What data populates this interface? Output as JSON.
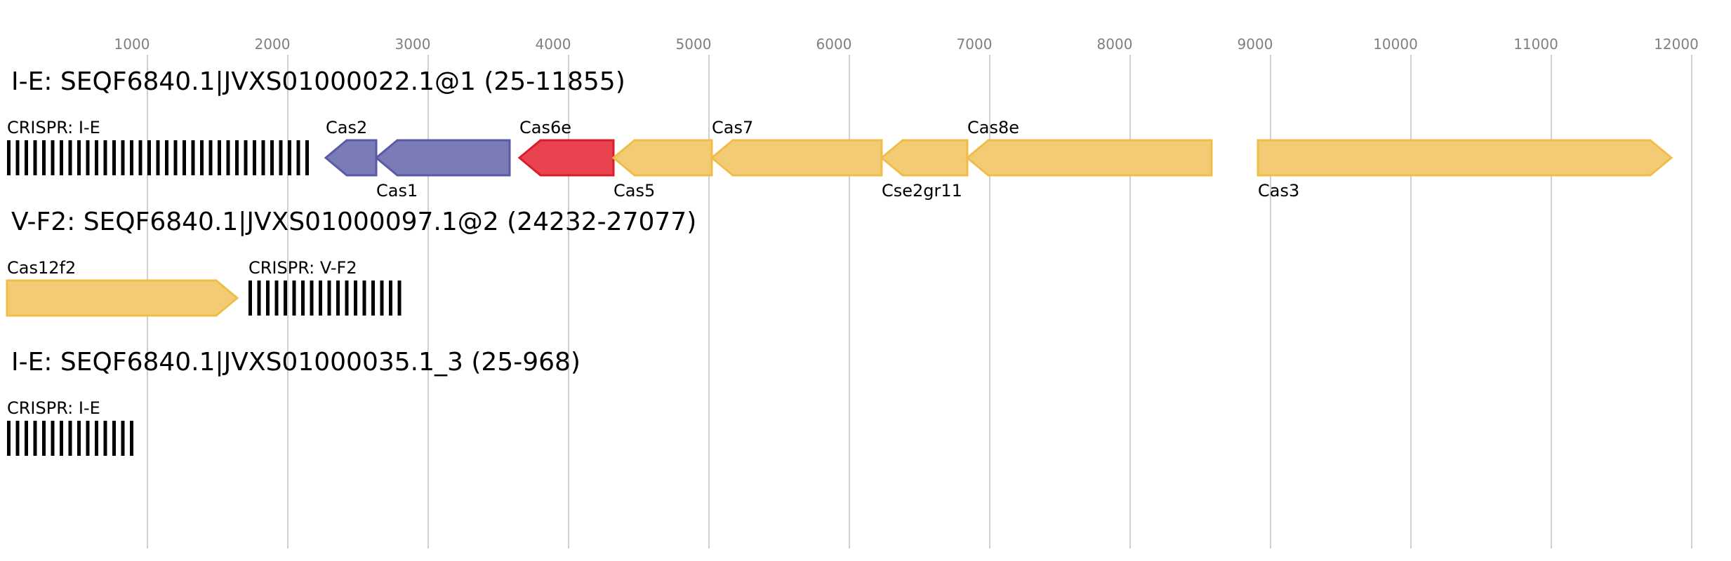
{
  "axis": {
    "ticks": [
      1000,
      2000,
      3000,
      4000,
      5000,
      6000,
      7000,
      8000,
      9000,
      10000,
      11000,
      12000
    ]
  },
  "colors": {
    "gridline": "#c0c0c0",
    "blue_fill": "#7b7bb8",
    "blue_stroke": "#5a5aa6",
    "red_fill": "#e8434f",
    "red_stroke": "#d91e2b",
    "yellow_fill": "#f2cb74",
    "yellow_stroke": "#f0be48",
    "crispr_bar": "#000000"
  },
  "loci": [
    {
      "title": "I-E: SEQF6840.1|JVXS01000022.1@1 (25-11855)",
      "features": [
        {
          "type": "crispr",
          "label": "CRISPR: I-E",
          "start": 0,
          "end": 2170,
          "label_pos": "above"
        },
        {
          "type": "gene",
          "label": "Cas2",
          "start": 2270,
          "end": 2630,
          "strand": "-",
          "color": "blue",
          "label_pos": "above"
        },
        {
          "type": "gene",
          "label": "Cas1",
          "start": 2630,
          "end": 3580,
          "strand": "-",
          "color": "blue",
          "label_pos": "below"
        },
        {
          "type": "gene",
          "label": "Cas6e",
          "start": 3650,
          "end": 4320,
          "strand": "-",
          "color": "red",
          "label_pos": "above"
        },
        {
          "type": "gene",
          "label": "Cas5",
          "start": 4320,
          "end": 5020,
          "strand": "-",
          "color": "yellow",
          "label_pos": "below"
        },
        {
          "type": "gene",
          "label": "Cas7",
          "start": 5020,
          "end": 6230,
          "strand": "-",
          "color": "yellow",
          "label_pos": "above"
        },
        {
          "type": "gene",
          "label": "Cse2gr11",
          "start": 6230,
          "end": 6840,
          "strand": "-",
          "color": "yellow",
          "label_pos": "below"
        },
        {
          "type": "gene",
          "label": "Cas8e",
          "start": 6840,
          "end": 8580,
          "strand": "-",
          "color": "yellow",
          "label_pos": "above"
        },
        {
          "type": "gene",
          "label": "Cas3",
          "start": 8910,
          "end": 11855,
          "strand": "+",
          "color": "yellow",
          "label_pos": "below"
        }
      ]
    },
    {
      "title": "V-F2: SEQF6840.1|JVXS01000097.1@2 (24232-27077)",
      "features": [
        {
          "type": "gene",
          "label": "Cas12f2",
          "start": 0,
          "end": 1640,
          "strand": "+",
          "color": "yellow",
          "label_pos": "above"
        },
        {
          "type": "crispr",
          "label": "CRISPR: V-F2",
          "start": 1720,
          "end": 2860,
          "label_pos": "above"
        }
      ]
    },
    {
      "title": "I-E: SEQF6840.1|JVXS01000035.1_3 (25-968)",
      "features": [
        {
          "type": "crispr",
          "label": "CRISPR: I-E",
          "start": 0,
          "end": 943,
          "label_pos": "above"
        }
      ]
    }
  ]
}
